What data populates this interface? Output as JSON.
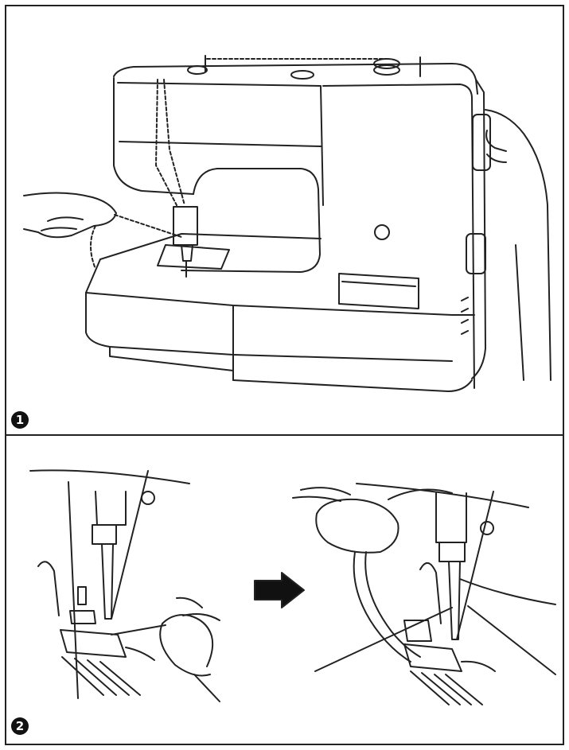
{
  "steps": [
    {
      "number": "1",
      "icon": "sewing-machine-illustration"
    },
    {
      "number": "2",
      "icon": "presser-foot-illustration"
    }
  ],
  "arrow_icon": "right-arrow-icon",
  "colors": {
    "line": "#222222",
    "background": "#ffffff",
    "badge": "#111111"
  }
}
